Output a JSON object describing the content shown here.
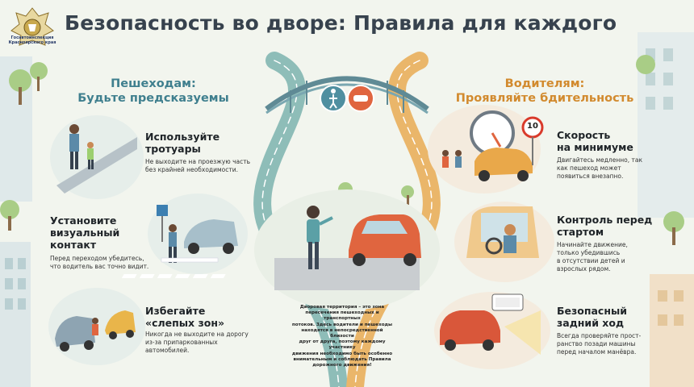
{
  "title": "Безопасность во дворе: Правила для каждого",
  "logo": {
    "text": "Госавтоинспекция Красноярского края"
  },
  "pedestrians": {
    "heading_line1": "Пешеходам:",
    "heading_line2": "Будьте предсказуемы",
    "items": [
      {
        "title_line1": "Используйте",
        "title_line2": "тротуары",
        "text_line1": "Не выходите на проезжую часть",
        "text_line2": "без крайней необходимости."
      },
      {
        "title_line1": "Установите",
        "title_line2": "визуальный",
        "title_line3": "контакт",
        "text_line1": "Перед переходом убедитесь,",
        "text_line2": "что водитель вас точно видит."
      },
      {
        "title_line1": "Избегайте",
        "title_line2": "«слепых зон»",
        "text_line1": "Никогда не выходите на дорогу",
        "text_line2": "из-за припаркованных",
        "text_line3": "автомобилей."
      }
    ]
  },
  "drivers": {
    "heading_line1": "Водителям:",
    "heading_line2": "Проявляйте бдительность",
    "speed_sign": "10",
    "items": [
      {
        "title_line1": "Скорость",
        "title_line2": "на минимуме",
        "text_line1": "Двигайтесь медленно, так",
        "text_line2": "как пешеход может",
        "text_line3": "появиться внезапно."
      },
      {
        "title_line1": "Контроль перед",
        "title_line2": "стартом",
        "text_line1": "Начинайте движение,",
        "text_line2": "только убедившись",
        "text_line3": "в отсутствии детей и",
        "text_line4": "взрослых рядом."
      },
      {
        "title_line1": "Безопасный",
        "title_line2": "задний ход",
        "text_line1": "Всегда проверяйте прост-",
        "text_line2": "ранство позади машины",
        "text_line3": "перед началом манёвра."
      }
    ]
  },
  "center_note": {
    "lines": [
      "Дворовая территория – это зона",
      "пересечения пешеходных и транспортных",
      "потоков. Здесь водители и пешеходы",
      "находятся в непосредственной близости",
      "друг от друга, поэтому каждому участнику",
      "движения необходимо быть особенно",
      "внимательным и соблюдать Правила",
      "дорожного движения!"
    ]
  },
  "colors": {
    "pedestrian_accent": "#3f7f8e",
    "driver_accent": "#d28a2e",
    "car": "#e0653f",
    "road_teal": "#8ebdb8",
    "road_orange": "#eab66a",
    "background": "#f2f5ee"
  }
}
